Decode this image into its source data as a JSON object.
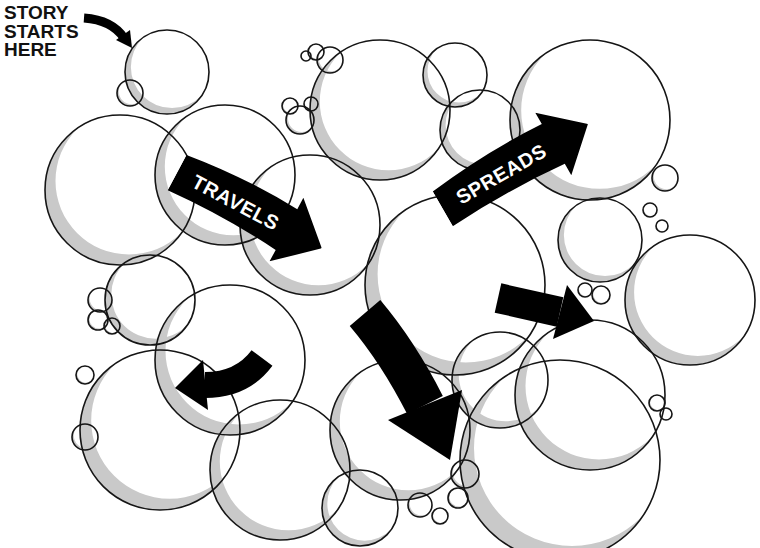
{
  "diagram": {
    "nodes": [
      {
        "text": [
          "TRAVELS"
        ]
      },
      {
        "text": [
          "SPREADS"
        ]
      }
    ],
    "labels": [
      "STORY STARTS HERE"
    ]
  }
}
